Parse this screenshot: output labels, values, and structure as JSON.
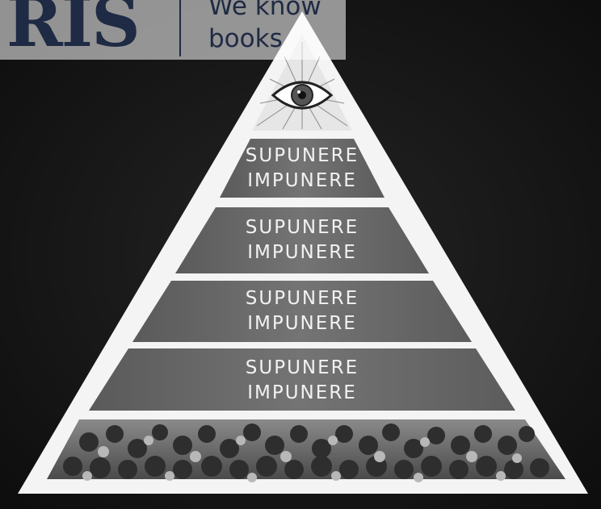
{
  "watermark": {
    "logo": "RIS",
    "tagline_line1": "We know",
    "tagline_line2": "books"
  },
  "pyramid": {
    "tiers": [
      {
        "line1": "SUPUNERE",
        "line2": "IMPUNERE"
      },
      {
        "line1": "SUPUNERE",
        "line2": "IMPUNERE"
      },
      {
        "line1": "SUPUNERE",
        "line2": "IMPUNERE"
      },
      {
        "line1": "SUPUNERE",
        "line2": "IMPUNERE"
      }
    ],
    "apex_icon": "eye-of-providence-icon",
    "base_image": "crowd-of-people"
  },
  "colors": {
    "background": "#141414",
    "pyramid_outline": "#f4f4f4",
    "tier_fill": "#6c6c6c",
    "tier_text": "#f2f2f2",
    "watermark_text": "#1f2a44"
  }
}
